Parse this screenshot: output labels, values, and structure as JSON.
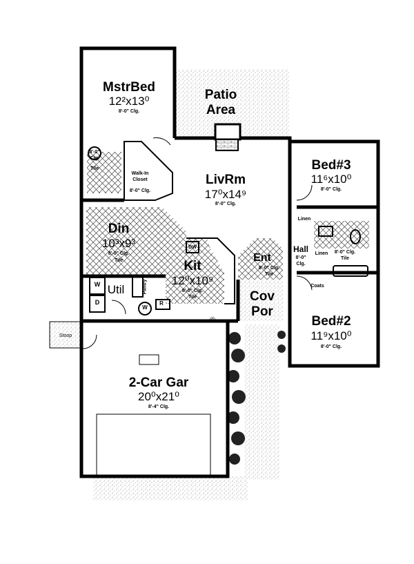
{
  "rooms": {
    "master_bed": {
      "name": "MstrBed",
      "dim": "12²x13⁰",
      "ceiling": "8'-0\" Clg."
    },
    "patio": {
      "name_line1": "Patio",
      "name_line2": "Area"
    },
    "living": {
      "name": "LivRm",
      "dim": "17⁰x14⁹",
      "ceiling": "8'-0\" Clg."
    },
    "bed3": {
      "name": "Bed#3",
      "dim": "11⁶x10⁰",
      "ceiling": "8'-0\" Clg."
    },
    "dining": {
      "name": "Din",
      "dim": "10³x9³",
      "ceiling": "8'-0\" Clg.",
      "floor": "Tile"
    },
    "kitchen": {
      "name": "Kit",
      "dim": "12⁰x10⁹",
      "ceiling": "8'-0\" Clg.",
      "floor": "Tile"
    },
    "utility": {
      "name": "Util"
    },
    "entry": {
      "name": "Ent",
      "ceiling": "8'-0\" Clg.",
      "floor": "Tile"
    },
    "covered_porch": {
      "name_line1": "Cov",
      "name_line2": "Por"
    },
    "hall": {
      "name": "Hall",
      "ceiling": "8'-0\"",
      "ceiling2": "Clg."
    },
    "bed2": {
      "name": "Bed#2",
      "dim": "11⁹x10⁰",
      "ceiling": "8'-0\" Clg."
    },
    "garage": {
      "name": "2-Car Gar",
      "dim": "20⁰x21⁰",
      "ceiling": "8'-4\" Clg."
    },
    "stoop": {
      "name": "Stoop"
    },
    "walk_in_closet": {
      "name_line1": "Walk-In",
      "name_line2": "Closet",
      "ceiling": "8'-0\" Clg."
    },
    "master_bath": {
      "ceiling": "8'-0\"",
      "ceiling2": "Clg.",
      "floor": "Tile"
    },
    "hall_bath": {
      "ceiling": "8'-0\" Clg.",
      "floor": "Tile"
    }
  },
  "fixtures": {
    "dishwasher": "DW",
    "washer": "W",
    "dryer": "D",
    "pantry": "Pantry",
    "water_heater": "W",
    "refrigerator": "R",
    "linen1": "Linen",
    "linen2": "Linen",
    "coats": "Coats"
  },
  "copyright": "©"
}
